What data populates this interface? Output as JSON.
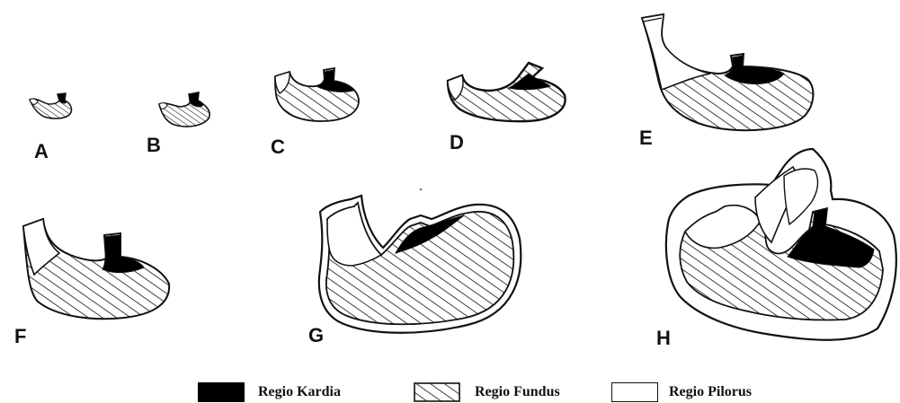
{
  "panels": [
    {
      "id": "A",
      "label": "A"
    },
    {
      "id": "B",
      "label": "B"
    },
    {
      "id": "C",
      "label": "C"
    },
    {
      "id": "D",
      "label": "D"
    },
    {
      "id": "E",
      "label": "E"
    },
    {
      "id": "F",
      "label": "F"
    },
    {
      "id": "G",
      "label": "G"
    },
    {
      "id": "H",
      "label": "H"
    }
  ],
  "legend": {
    "kardia": "Regio Kardia",
    "fundus": "Regio Fundus",
    "pilorus": "Regio Pilorus"
  },
  "colors": {
    "ink": "#111111",
    "kardia_fill": "#000000",
    "pilorus_fill": "#ffffff",
    "background": "#ffffff"
  }
}
